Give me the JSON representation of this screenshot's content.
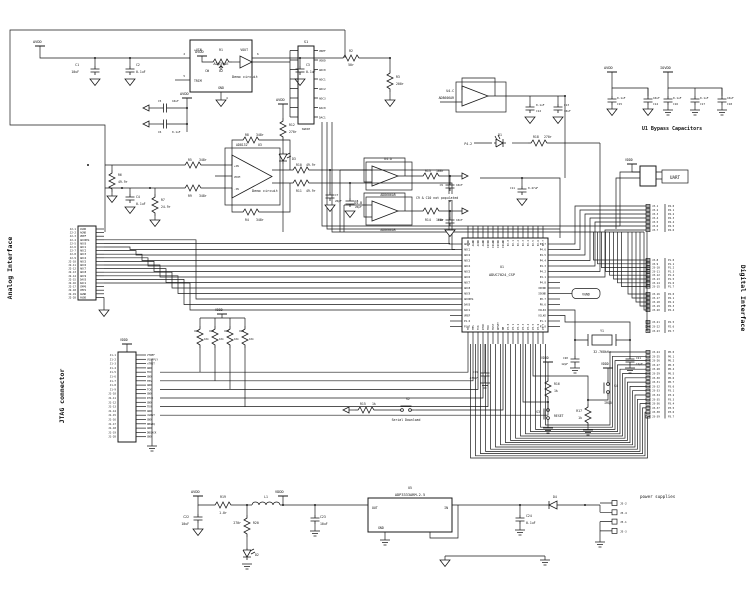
{
  "sheet": {
    "ink": "#1a1a1a",
    "bg": "#ffffff"
  },
  "vref": {
    "rail": "AVDD",
    "u2": {
      "des": "U2",
      "part": "ADR391E",
      "vin": "+VIN",
      "vout": "VOUT",
      "trim": "TRIM",
      "gnd": "GND",
      "pins": [
        "2",
        "6",
        "5",
        "4"
      ]
    },
    "c1": {
      "des": "C1",
      "val": "10uF"
    },
    "c2": {
      "des": "C2",
      "val": "0.1uF"
    },
    "c3": {
      "des": "C3",
      "val": "0.1uF"
    }
  },
  "demo": {
    "rail": "AVDD",
    "r1": {
      "des": "R1",
      "cw": "CW"
    },
    "label": "Demo circuit",
    "s1": {
      "des": "S1",
      "sub": "SWDIP",
      "pins": [
        "VREF",
        "VDDD",
        "ADC0",
        "ADC1",
        "ADC2",
        "ADC3",
        "DAC0",
        "DAC1"
      ]
    },
    "r2": {
      "des": "R2",
      "val": "50r"
    },
    "r3": {
      "des": "R3",
      "val": "200r"
    },
    "led": {
      "rail": "AVDD",
      "r12": {
        "des": "R12",
        "val": "270r"
      },
      "d3": "D3",
      "label": "Demo circuit"
    }
  },
  "adc_driver": {
    "rail": "AVDD",
    "c5": {
      "des": "C5",
      "val": "10uF"
    },
    "c6": {
      "des": "C6",
      "val": "0.1uF"
    },
    "u3": {
      "des": "U3",
      "part": "AD8132",
      "pin_p": "+IN",
      "pin_vocm": "VOCM",
      "pin_n": "-IN"
    },
    "r5": {
      "des": "R5",
      "val": "348r"
    },
    "r8": {
      "des": "R8",
      "val": "348r"
    },
    "r9": {
      "des": "R9",
      "val": "348r"
    },
    "r4": {
      "des": "R4",
      "val": "348r"
    },
    "r6": {
      "des": "R6",
      "val": "49.9r"
    },
    "r7": {
      "des": "R7",
      "val": "24.9r"
    },
    "c4": {
      "des": "C4",
      "val": "0.1uF"
    },
    "r10": {
      "des": "R10",
      "val": "49.9r"
    },
    "r11": {
      "des": "R11",
      "val": "49.9r"
    },
    "c7": {
      "des": "C7",
      "val": "20pF"
    },
    "c8": {
      "des": "C8",
      "val": "20pF"
    }
  },
  "dac_buffers": {
    "u4a": {
      "des": "U4-A",
      "part": "AD8606AR"
    },
    "u4b": {
      "des": "U4-B",
      "part": "AD8606AR"
    },
    "r13": {
      "des": "R13",
      "val": "100r"
    },
    "r14": {
      "des": "R14",
      "val": "100r"
    },
    "c9": {
      "des": "C9",
      "val": "10nF"
    },
    "c10": {
      "des": "C10",
      "val": "10nF"
    },
    "note": "C9 & C10 not populated",
    "c11": {
      "des": "C11",
      "val": "0.47uF"
    }
  },
  "ref_buffer": {
    "u4c": {
      "des": "U4-C",
      "part": "AD8606AR"
    },
    "c12": {
      "des": "C12",
      "val": "0.1uF"
    },
    "c13": {
      "des": "C13",
      "val": "10uF"
    }
  },
  "led_p42": {
    "net": "P4.2",
    "d1": "D1",
    "r18": {
      "des": "R18",
      "val": "270r"
    }
  },
  "mcu": {
    "des": "U1",
    "part": "ADUC7024_CSP",
    "vgnd": "VGND",
    "left_pins": [
      "ADC0",
      "ADC1",
      "ADC2",
      "ADC3",
      "ADC4",
      "ADC5",
      "ADC6",
      "ADC7",
      "ADC8",
      "ADC9",
      "ADCNEG",
      "DAC0",
      "DAC1",
      "VREF",
      "P1.6",
      "P1.7"
    ],
    "right_pins": [
      "P4.7",
      "P4.6",
      "P4.5",
      "P4.4",
      "P4.3",
      "P4.2",
      "P4.1",
      "P4.0",
      "IOVDD",
      "IOGND",
      "P0.7",
      "P0.6",
      "XCLKI",
      "XCLKO",
      "P1.1",
      "P1.0"
    ],
    "top_pins": [
      "AVDD",
      "AGND",
      "AVDD",
      "AGND",
      "IOVDD",
      "IOGND",
      "IOVDD",
      "IOGND",
      "P2.0",
      "P2.1",
      "P2.2",
      "P2.3",
      "P2.4",
      "P2.5",
      "P2.6",
      "P2.7"
    ],
    "bottom_pins": [
      "TDI",
      "TMS",
      "TCK",
      "RTCK",
      "TDO",
      "TRST",
      "RESET",
      "BM",
      "P3.0",
      "P3.1",
      "P3.2",
      "P3.3",
      "P3.4",
      "P3.5",
      "P3.6",
      "P3.7"
    ]
  },
  "xtal": {
    "y1": "Y1",
    "freq": "32.768kHz",
    "c20": {
      "des": "C20",
      "val": "12pF"
    },
    "c21": {
      "des": "C21",
      "val": "12pF"
    }
  },
  "c19": {
    "des": "C19",
    "val": "470nF"
  },
  "reset": {
    "rail": "VDDD",
    "r16": {
      "des": "R16",
      "val": "1k"
    },
    "s3": "S3",
    "label": "RESET"
  },
  "irq": {
    "rail": "VDDD",
    "r17": {
      "des": "R17",
      "val": "1k"
    },
    "s4": "S4",
    "label": "IRQ0"
  },
  "serial_download": {
    "r15": {
      "des": "R15",
      "val": "1k"
    },
    "s2": "S2",
    "label": "Serial Download"
  },
  "uart": {
    "rail": "VDDD",
    "label": "UART"
  },
  "bypass": {
    "title": "U1 Bypass Capacitors",
    "avdd_group": {
      "rail": "AVDD",
      "caps": [
        {
          "des": "C15",
          "val": "0.1uF"
        },
        {
          "des": "C14",
          "val": "10uF"
        }
      ]
    },
    "iovdd_group": {
      "rail": "IOVDD",
      "caps": [
        {
          "des": "C16",
          "val": "0.1uF"
        },
        {
          "des": "C17",
          "val": "0.1uF"
        },
        {
          "des": "C18",
          "val": "10uF"
        }
      ]
    }
  },
  "jtag_pullups": [
    {
      "des": "R21",
      "val": "10k"
    },
    {
      "des": "R22",
      "val": "10k"
    },
    {
      "des": "R23",
      "val": "10k"
    },
    {
      "des": "R24",
      "val": "10k"
    }
  ],
  "analog_interface": {
    "label": "Analog Interface",
    "rows": [
      {
        "pin": "J2-1",
        "net": "AVDD"
      },
      {
        "pin": "J2-2",
        "net": "AGND"
      },
      {
        "pin": "J2-3",
        "net": "VREF"
      },
      {
        "pin": "J2-4",
        "net": "ADCNEG"
      },
      {
        "pin": "J2-5",
        "net": "ADC0"
      },
      {
        "pin": "J2-6",
        "net": "ADC1"
      },
      {
        "pin": "J2-7",
        "net": "ADC2"
      },
      {
        "pin": "J2-8",
        "net": "ADC3"
      },
      {
        "pin": "J2-9",
        "net": "ADC4"
      },
      {
        "pin": "J2-10",
        "net": "ADC5"
      },
      {
        "pin": "J2-11",
        "net": "ADC6"
      },
      {
        "pin": "J2-12",
        "net": "ADC7"
      },
      {
        "pin": "J2-13",
        "net": "ADC8"
      },
      {
        "pin": "J2-14",
        "net": "ADC9"
      },
      {
        "pin": "J2-15",
        "net": "DAC0"
      },
      {
        "pin": "J2-16",
        "net": "DAC1"
      },
      {
        "pin": "J2-17",
        "net": "CMP0"
      },
      {
        "pin": "J2-18",
        "net": "CMP1"
      },
      {
        "pin": "J2-19",
        "net": "AGND"
      },
      {
        "pin": "J2-20",
        "net": "AVDD"
      }
    ]
  },
  "jtag": {
    "label": "JTAG connector",
    "rail": "VDDD",
    "rows": [
      {
        "pin": "J1-1",
        "net": "VTREF"
      },
      {
        "pin": "J1-2",
        "net": "VSUPPLY"
      },
      {
        "pin": "J1-3",
        "net": "nTRST"
      },
      {
        "pin": "J1-4",
        "net": "GND"
      },
      {
        "pin": "J1-5",
        "net": "TDI"
      },
      {
        "pin": "J1-6",
        "net": "GND"
      },
      {
        "pin": "J1-7",
        "net": "TMS"
      },
      {
        "pin": "J1-8",
        "net": "GND"
      },
      {
        "pin": "J1-9",
        "net": "TCK"
      },
      {
        "pin": "J1-10",
        "net": "GND"
      },
      {
        "pin": "J1-11",
        "net": "RTCK"
      },
      {
        "pin": "J1-12",
        "net": "GND"
      },
      {
        "pin": "J1-13",
        "net": "TDO"
      },
      {
        "pin": "J1-14",
        "net": "GND"
      },
      {
        "pin": "J1-15",
        "net": "nSRST"
      },
      {
        "pin": "J1-16",
        "net": "GND"
      },
      {
        "pin": "J1-17",
        "net": "DBGRQ"
      },
      {
        "pin": "J1-18",
        "net": "GND"
      },
      {
        "pin": "J1-19",
        "net": "DBGACK"
      },
      {
        "pin": "J1-20",
        "net": "GND"
      }
    ]
  },
  "digital_interface": {
    "label": "Digital Interface",
    "groups": [
      {
        "rows": [
          {
            "pin": "J3-1",
            "net": "P4.0"
          },
          {
            "pin": "J3-2",
            "net": "P4.1"
          },
          {
            "pin": "J3-3",
            "net": "P4.2"
          },
          {
            "pin": "J3-4",
            "net": "P4.3"
          },
          {
            "pin": "J3-5",
            "net": "P4.4"
          },
          {
            "pin": "J3-6",
            "net": "P4.5"
          },
          {
            "pin": "J3-7",
            "net": "P4.6"
          }
        ]
      },
      {
        "rows": [
          {
            "pin": "J3-8",
            "net": "P1.0"
          },
          {
            "pin": "J3-9",
            "net": "P1.1"
          },
          {
            "pin": "J3-10",
            "net": "P1.2"
          },
          {
            "pin": "J3-11",
            "net": "P1.3"
          },
          {
            "pin": "J3-12",
            "net": "P1.4"
          },
          {
            "pin": "J3-13",
            "net": "P1.5"
          },
          {
            "pin": "J3-14",
            "net": "P1.6"
          },
          {
            "pin": "J3-15",
            "net": "P1.7"
          }
        ]
      },
      {
        "rows": [
          {
            "pin": "J3-16",
            "net": "P2.0"
          },
          {
            "pin": "J3-17",
            "net": "P2.1"
          },
          {
            "pin": "J3-18",
            "net": "P2.2"
          },
          {
            "pin": "J3-19",
            "net": "P2.3"
          },
          {
            "pin": "J3-20",
            "net": "P2.4"
          }
        ]
      },
      {
        "rows": [
          {
            "pin": "J3-21",
            "net": "P2.5"
          },
          {
            "pin": "J3-22",
            "net": "P2.6"
          },
          {
            "pin": "J3-23",
            "net": "P2.7"
          }
        ]
      },
      {
        "rows": [
          {
            "pin": "J3-24",
            "net": "P0.0"
          },
          {
            "pin": "J3-25",
            "net": "P0.1"
          },
          {
            "pin": "J3-26",
            "net": "P0.2"
          },
          {
            "pin": "J3-27",
            "net": "P0.3"
          },
          {
            "pin": "J3-28",
            "net": "P0.4"
          },
          {
            "pin": "J3-29",
            "net": "P0.5"
          },
          {
            "pin": "J3-30",
            "net": "P0.6"
          },
          {
            "pin": "J3-31",
            "net": "P0.7"
          },
          {
            "pin": "J3-32",
            "net": "P3.0"
          },
          {
            "pin": "J3-33",
            "net": "P3.1"
          },
          {
            "pin": "J3-34",
            "net": "P3.2"
          },
          {
            "pin": "J3-35",
            "net": "P3.3"
          },
          {
            "pin": "J3-36",
            "net": "P3.4"
          },
          {
            "pin": "J3-37",
            "net": "P3.5"
          },
          {
            "pin": "J3-38",
            "net": "P3.6"
          },
          {
            "pin": "J3-39",
            "net": "P3.7"
          }
        ]
      }
    ]
  },
  "power": {
    "label": "power supplies",
    "avdd": "AVDD",
    "vddd": "VDDD",
    "c22": {
      "des": "C22",
      "val": "10uF"
    },
    "r19": {
      "des": "R19",
      "val": "1.0r"
    },
    "l1": "L1",
    "r20": {
      "des": "R20",
      "val": "270r"
    },
    "d2": "D2",
    "c23": {
      "des": "C23",
      "val": "10uF"
    },
    "u5": {
      "des": "U5",
      "part": "ADP3333ARM-2.5",
      "out": "OUT",
      "in": "IN",
      "gnd": "GND"
    },
    "c24": {
      "des": "C24",
      "val": "0.1uF"
    },
    "d4": "D4",
    "pins": [
      "J5-2",
      "J5-4",
      "J5-1",
      "J5-3"
    ]
  }
}
